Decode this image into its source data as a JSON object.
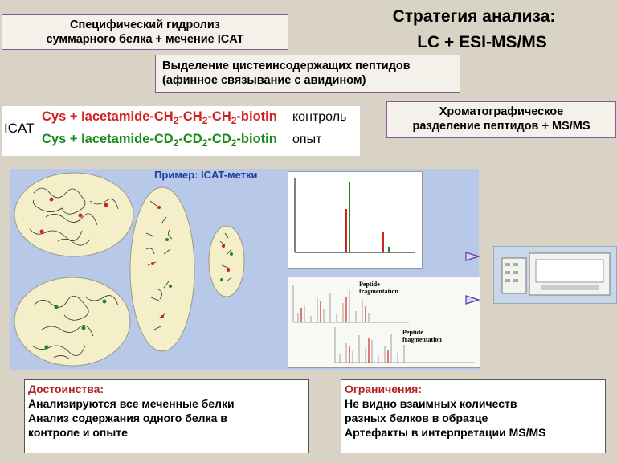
{
  "title": {
    "line1": "Стратегия анализа:",
    "line2": "LC + ESI-MS/MS"
  },
  "steps": {
    "hydrolysis": {
      "line1": "Специфический гидролиз",
      "line2": "суммарного белка + мечение ICAT"
    },
    "isolation": {
      "line1": "Выделение цистеинсодержащих пептидов",
      "line2": "(афинное связывание с авидином)"
    },
    "chromatography": {
      "line1": "Хроматографическое",
      "line2": "разделение пептидов + MS/MS"
    }
  },
  "icat": {
    "label": "ICAT",
    "light": {
      "a": "Cys + Iacetamide-CH",
      "s1": "2",
      "b": "-CH",
      "s2": "2",
      "c": "-CH",
      "s3": "2",
      "d": "-biotin",
      "tag": "контроль",
      "color": "#d42020"
    },
    "heavy": {
      "a": "Cys + Iacetamide-CD",
      "s1": "2",
      "b": "-CD",
      "s2": "2",
      "c": "-CD",
      "s3": "2",
      "d": "-biotin",
      "tag": "опыт",
      "color": "#1a8a1a"
    }
  },
  "example_label": "Пример: ICAT-метки",
  "spectrum_labels": {
    "a": "Peptide",
    "b": "fragmentation"
  },
  "advantages": {
    "heading": "Достоинства:",
    "items": [
      "Анализируются все меченные белки",
      "Анализ содержания одного белка в",
      "контроле и опыте"
    ]
  },
  "limitations": {
    "heading": "Ограничения:",
    "items": [
      "Не видно взаимных количеств",
      "разных белков в образце",
      "Артефакты в интерпретации MS/MS"
    ]
  },
  "colors": {
    "light_label": "#d42020",
    "heavy_label": "#1a8a1a",
    "panel": "#b8c8e8",
    "box_border": "#8a5a9a"
  }
}
